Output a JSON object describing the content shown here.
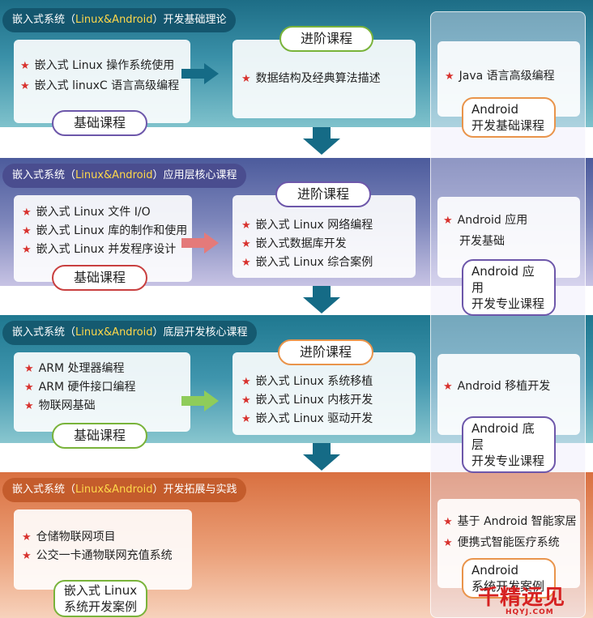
{
  "colors": {
    "band1": "#2a7f98",
    "band2": "#6b74b0",
    "band3": "#2d86a0",
    "band4": "#e28758",
    "star": "#d8322e",
    "highlight": "#ffd84a",
    "arrow": "#156b86"
  },
  "sections": [
    {
      "title_pre": "嵌入式系统（",
      "title_hl": "Linux&Android",
      "title_post": "）开发基础理论",
      "basic": [
        "嵌入式 Linux 操作系统使用",
        "嵌入式 linuxC 语言高级编程"
      ],
      "basic_label": "基础课程",
      "advanced_label": "进阶课程",
      "advanced": [
        "数据结构及经典算法描述"
      ],
      "android_items": [
        "Java 语言高级编程"
      ],
      "android_tag": [
        "Android",
        "开发基础课程"
      ]
    },
    {
      "title_pre": "嵌入式系统（",
      "title_hl": "Linux&Android",
      "title_post": "）应用层核心课程",
      "basic": [
        "嵌入式 Linux 文件 I/O",
        "嵌入式 Linux 库的制作和使用",
        "嵌入式 Linux 并发程序设计"
      ],
      "basic_label": "基础课程",
      "advanced_label": "进阶课程",
      "advanced": [
        "嵌入式 Linux 网络编程",
        "嵌入式数据库开发",
        "嵌入式 Linux 综合案例"
      ],
      "android_items": [
        "Android 应用",
        "开发基础"
      ],
      "android_tag": [
        "Android 应用",
        "开发专业课程"
      ]
    },
    {
      "title_pre": "嵌入式系统（",
      "title_hl": "Linux&Android",
      "title_post": "）底层开发核心课程",
      "basic": [
        "ARM 处理器编程",
        "ARM 硬件接口编程",
        "物联网基础"
      ],
      "basic_label": "基础课程",
      "advanced_label": "进阶课程",
      "advanced": [
        "嵌入式 Linux 系统移植",
        "嵌入式 Linux 内核开发",
        "嵌入式 Linux 驱动开发"
      ],
      "android_items": [
        "Android 移植开发"
      ],
      "android_tag": [
        "Android 底层",
        "开发专业课程"
      ]
    },
    {
      "title_pre": "嵌入式系统（",
      "title_hl": "Linux&Android",
      "title_post": "）开发拓展与实践",
      "basic": [
        "仓储物联网项目",
        "公交一卡通物联网充值系统"
      ],
      "basic_label": [
        "嵌入式 Linux",
        "系统开发案例"
      ],
      "android_items": [
        "基于 Android 智能家居",
        "便携式智能医疗系统"
      ],
      "android_tag": [
        "Android",
        "系统开发案例"
      ]
    }
  ],
  "watermark": {
    "main": "千精远见",
    "sub": "HQYJ.COM"
  }
}
